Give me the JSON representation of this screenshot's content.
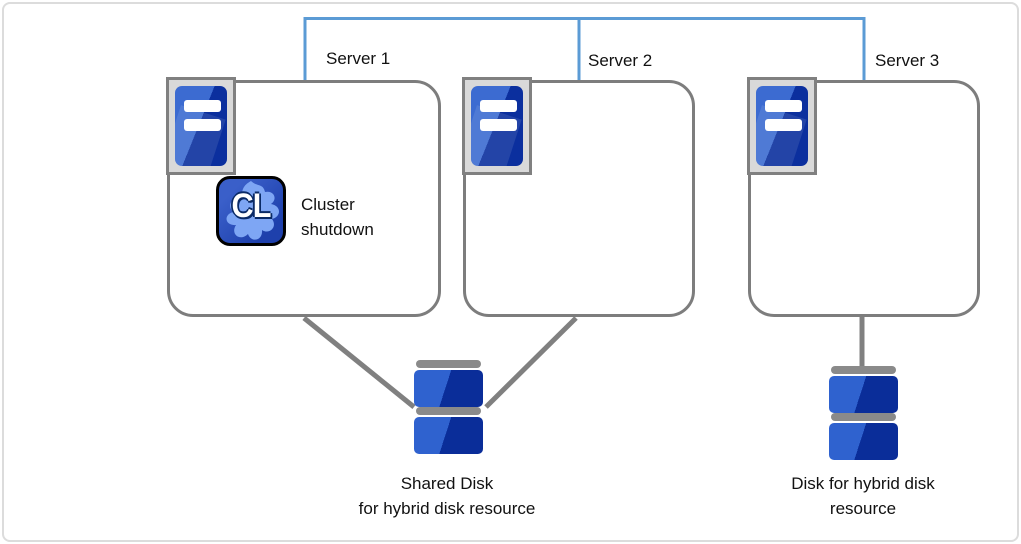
{
  "servers": [
    {
      "label": "Server 1"
    },
    {
      "label": "Server 2"
    },
    {
      "label": "Server 3"
    }
  ],
  "annotation": {
    "icon_text": "CL",
    "line1": "Cluster",
    "line2": "shutdown"
  },
  "disks": [
    {
      "line1": "Shared Disk",
      "line2": "for hybrid disk resource"
    },
    {
      "line1": "Disk for hybrid disk",
      "line2": "resource"
    }
  ],
  "colors": {
    "connector_blue": "#5b9bd5",
    "connector_gray": "#808080",
    "box_border": "#7d7d7d",
    "icon_frame_fill": "#d9d9d9",
    "tower_blue_light": "#3c6bd1",
    "tower_blue_dark": "#0b2f9e",
    "disk_blue_light": "#2f62cf",
    "disk_blue_dark": "#0a2d99",
    "disk_cap_gray": "#8a8a8a",
    "cl_bg_light": "#3a5fc9",
    "cl_bg_dark": "#1e40ac",
    "cl_blob": "#7ea6f4"
  }
}
